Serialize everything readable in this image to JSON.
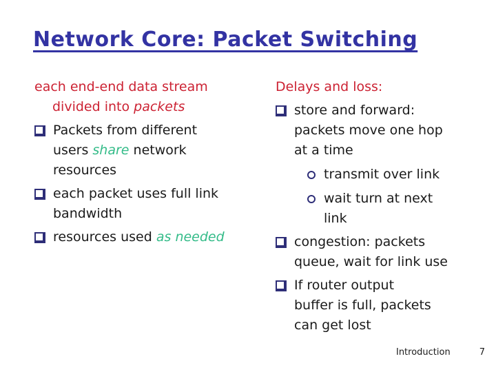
{
  "colors": {
    "background": "#ffffff",
    "title_blue": "#3333a3",
    "body_text": "#1a1a1a",
    "accent_red": "#cc2233",
    "accent_teal": "#33bb88",
    "bullet_navy": "#2e2e78"
  },
  "slide": {
    "title": "Network Core: Packet Switching",
    "left_column": {
      "intro": {
        "segments": [
          {
            "text": "each end-end data stream\ndivided into ",
            "style": "red"
          },
          {
            "text": "packets",
            "style": "red-italic"
          }
        ]
      },
      "items": [
        {
          "bullet": "square",
          "segments": [
            {
              "text": "Packets from different\nusers ",
              "style": "plain"
            },
            {
              "text": "share",
              "style": "teal-italic"
            },
            {
              "text": " network\nresources",
              "style": "plain"
            }
          ]
        },
        {
          "bullet": "square",
          "segments": [
            {
              "text": "each packet uses full link\nbandwidth",
              "style": "plain"
            }
          ]
        },
        {
          "bullet": "square",
          "segments": [
            {
              "text": "resources used ",
              "style": "plain"
            },
            {
              "text": "as needed",
              "style": "teal-italic"
            }
          ]
        }
      ]
    },
    "right_column": {
      "heading": "Delays and loss:",
      "items": [
        {
          "bullet": "square",
          "text": "store and forward:\npackets move one hop\nat a time"
        },
        {
          "bullet": "circle",
          "text": "transmit over link"
        },
        {
          "bullet": "circle",
          "text": "wait turn at next\nlink"
        },
        {
          "bullet": "square",
          "text": "congestion: packets\nqueue, wait for link use"
        },
        {
          "bullet": "square",
          "text": "If router output\nbuffer is full, packets\ncan get lost"
        }
      ]
    },
    "footer": {
      "section": "Introduction",
      "page_number": "7"
    }
  }
}
